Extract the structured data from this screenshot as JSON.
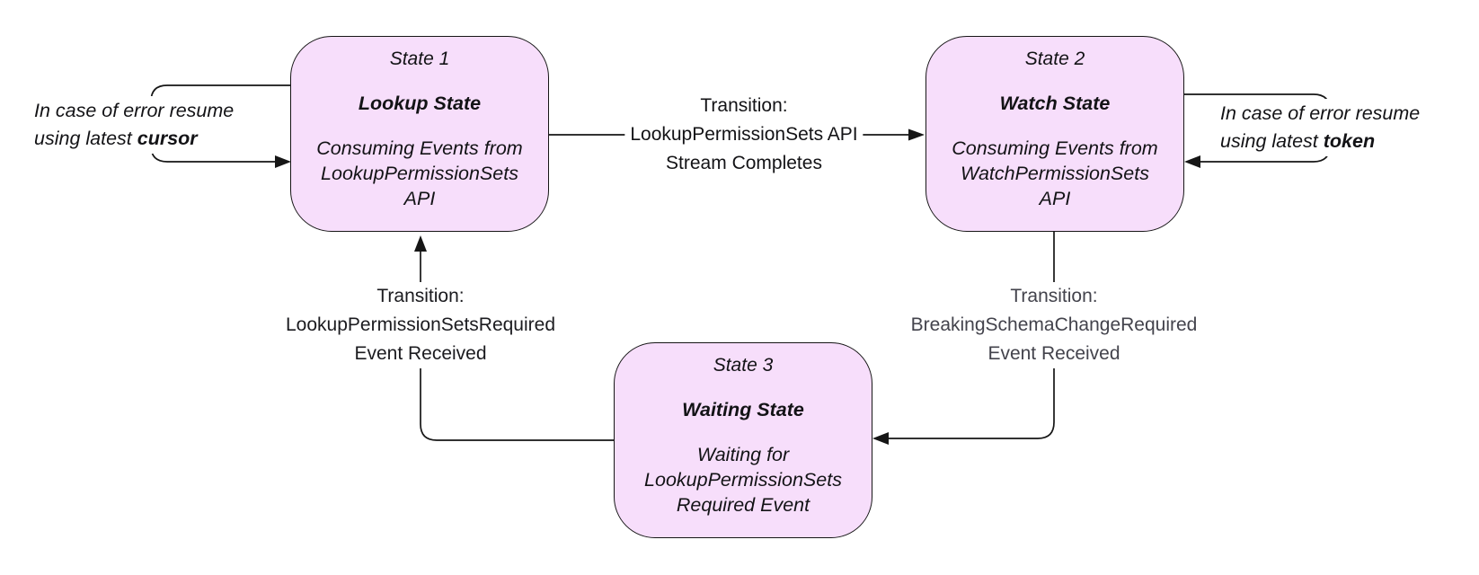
{
  "colors": {
    "background": "#ffffff",
    "node_fill": "#f7defb",
    "stroke": "#161616",
    "text": "#131316",
    "muted_label_text": "#43434c"
  },
  "states": {
    "state1": {
      "step": "State 1",
      "title": "Lookup State",
      "description": "Consuming Events from\nLookupPermissionSets\nAPI"
    },
    "state2": {
      "step": "State 2",
      "title": "Watch State",
      "description": "Consuming Events from\nWatchPermissionSets\nAPI"
    },
    "state3": {
      "step": "State 3",
      "title": "Waiting State",
      "description": "Waiting for\nLookupPermissionSets\nRequired Event"
    }
  },
  "transitions": {
    "lookup_to_watch": {
      "label": "Transition:\nLookupPermissionSets API\nStream Completes"
    },
    "watch_to_waiting": {
      "label": "Transition:\nBreakingSchemaChangeRequired\nEvent Received"
    },
    "waiting_to_lookup": {
      "label": "Transition:\nLookupPermissionSetsRequired\nEvent Received"
    }
  },
  "error_notes": {
    "left": {
      "line1": "In case of error resume",
      "line2_prefix": "using latest ",
      "keyword": "cursor"
    },
    "right": {
      "line1": "In case of error resume",
      "line2_prefix": "using latest ",
      "keyword": "token"
    }
  }
}
